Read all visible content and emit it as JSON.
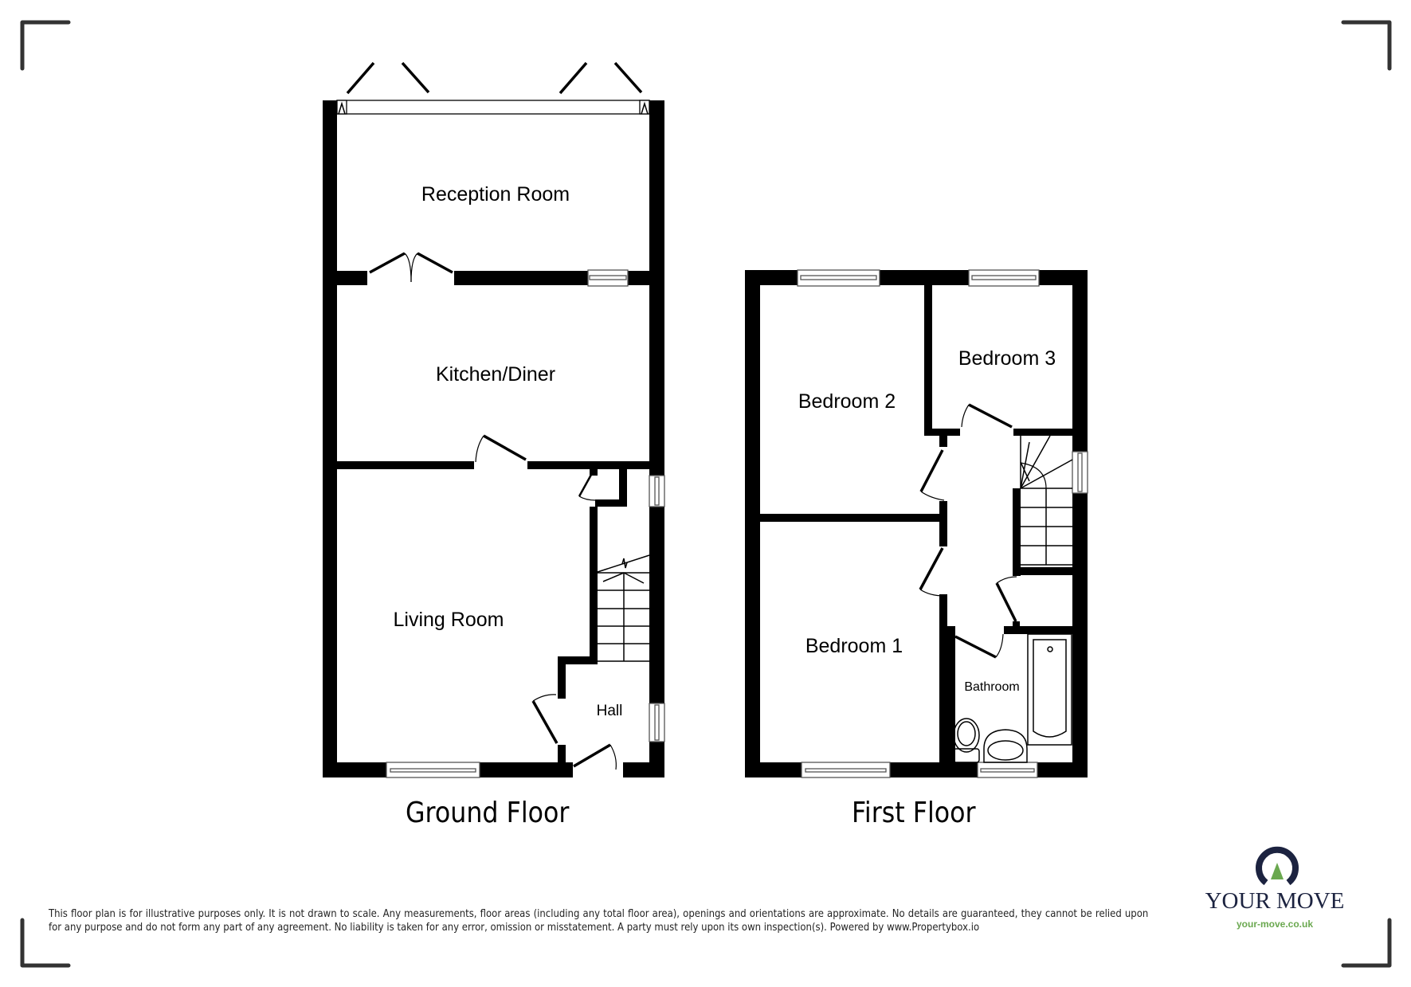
{
  "floors": [
    {
      "title": "Ground Floor",
      "rooms": [
        {
          "name": "Reception Room"
        },
        {
          "name": "Kitchen/Diner"
        },
        {
          "name": "Living Room"
        },
        {
          "name": "Hall"
        }
      ]
    },
    {
      "title": "First Floor",
      "rooms": [
        {
          "name": "Bedroom 2"
        },
        {
          "name": "Bedroom 3"
        },
        {
          "name": "Bedroom 1"
        },
        {
          "name": "Bathroom"
        }
      ]
    }
  ],
  "disclaimer": "This floor plan is for illustrative purposes only. It is not drawn to scale. Any measurements, floor areas (including any total floor area), openings and orientations are approximate. No details are guaranteed, they cannot be relied upon for any purpose and do not form any part of any agreement. No liability is taken for any error, omission or misstatement. A party must rely upon its own inspection(s). Powered by www.Propertybox.io",
  "logo": {
    "name": "YOUR MOVE",
    "url": "your-move.co.uk",
    "colors": {
      "navy": "#1c2340",
      "green": "#6aa84f"
    }
  },
  "colors": {
    "wall": "#000000",
    "corner_marks": "#333333",
    "background": "#ffffff"
  }
}
